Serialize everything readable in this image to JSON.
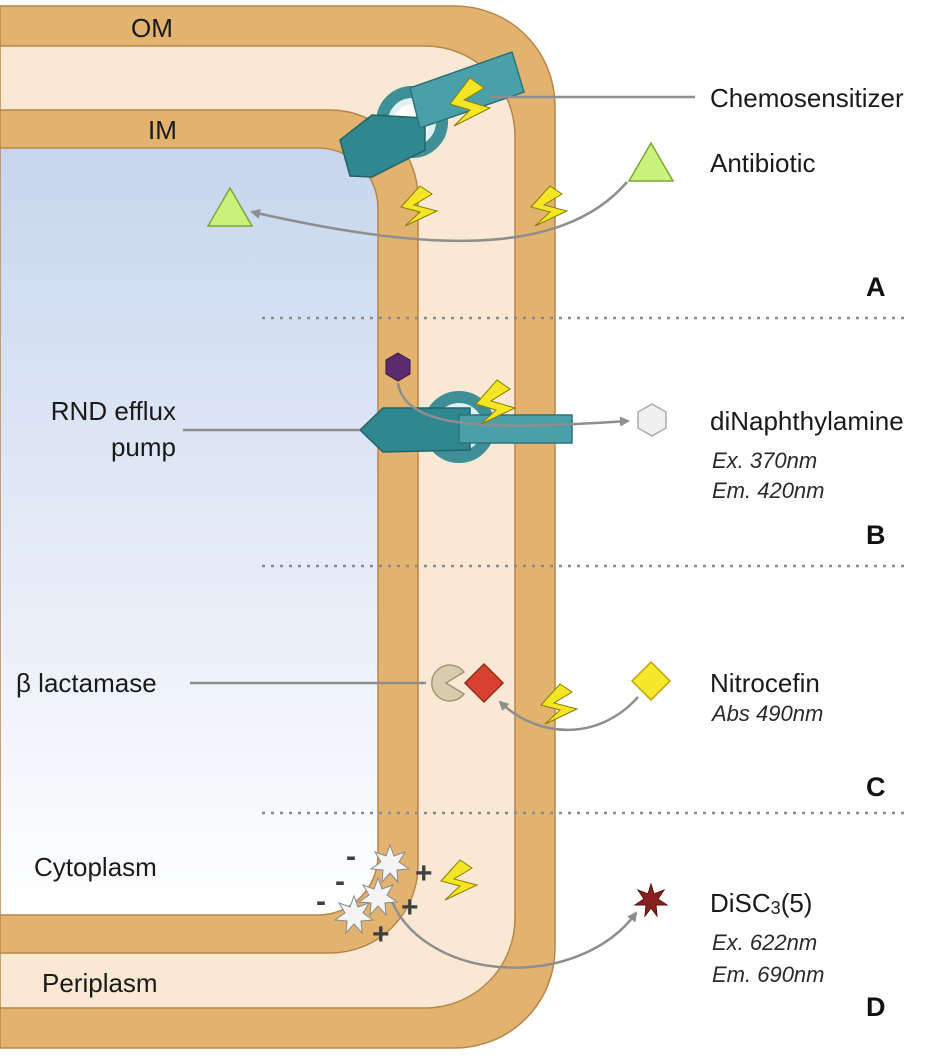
{
  "labels": {
    "om": "OM",
    "im": "IM",
    "chemosensitizer": "Chemosensitizer",
    "antibiotic": "Antibiotic",
    "rnd_line1": "RND efflux",
    "rnd_line2": "pump",
    "dinaphthylamine": "diNaphthylamine",
    "dinaphthylamine_ex": "Ex. 370nm",
    "dinaphthylamine_em": "Em. 420nm",
    "beta_lactamase": "β lactamase",
    "nitrocefin": "Nitrocefin",
    "nitrocefin_abs": "Abs 490nm",
    "cytoplasm": "Cytoplasm",
    "periplasm": "Periplasm",
    "disc_prefix": "DiSC",
    "disc_sub": "3",
    "disc_suffix": "(5)",
    "disc_ex": "Ex. 622nm",
    "disc_em": "Em. 690nm"
  },
  "panels": [
    "A",
    "B",
    "C",
    "D"
  ],
  "colors": {
    "membrane": "#e2b26f",
    "periplasm": "#f9e8d4",
    "cytoplasm_top": "#c7d6ee",
    "pump": "#3f8f97",
    "antibiotic": "#c9f27a",
    "nitrocefin": "#f5e72a",
    "nitrocefin_hydrolyzed": "#d8412f",
    "substrate": "#5b2b6e",
    "disc3_5": "#8a1f1f",
    "lightning": "#f5e625",
    "arrow": "#8e8e8e"
  },
  "icons": [
    "lightning-icon",
    "antibiotic-icon",
    "dinaphthylamine-icon",
    "nitrocefin-icon",
    "beta-lactamase-icon",
    "disc3-5-dye-icon"
  ]
}
